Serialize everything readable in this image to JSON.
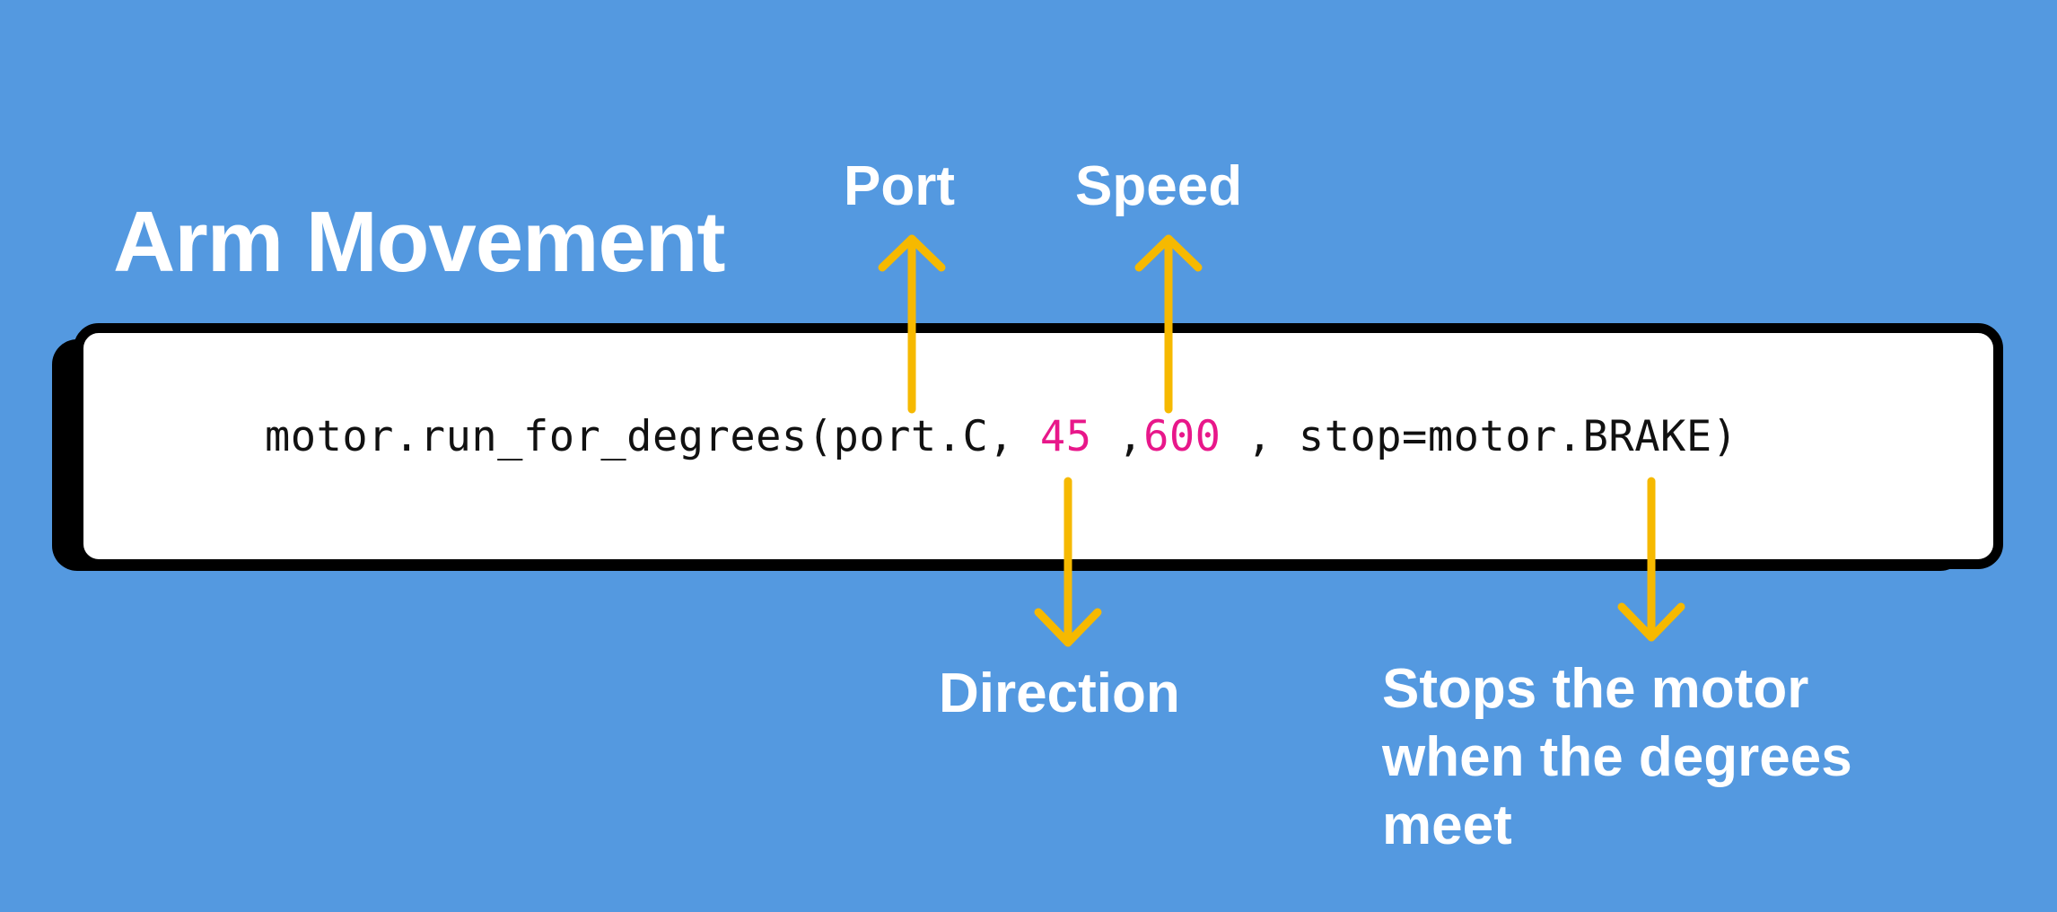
{
  "title": "Arm Movement",
  "labels": {
    "port": "Port",
    "speed": "Speed",
    "direction": "Direction",
    "stops": "Stops the motor when the degrees meet"
  },
  "code": {
    "prefix": "motor.run_for_degrees(port.C, ",
    "degrees": "45",
    "sep1": " ,",
    "speed": "600",
    "suffix": " , stop=motor.BRAKE)"
  },
  "colors": {
    "background": "#5499e0",
    "arrow": "#f6b900",
    "highlight": "#e8178a",
    "box_border": "#000000"
  }
}
